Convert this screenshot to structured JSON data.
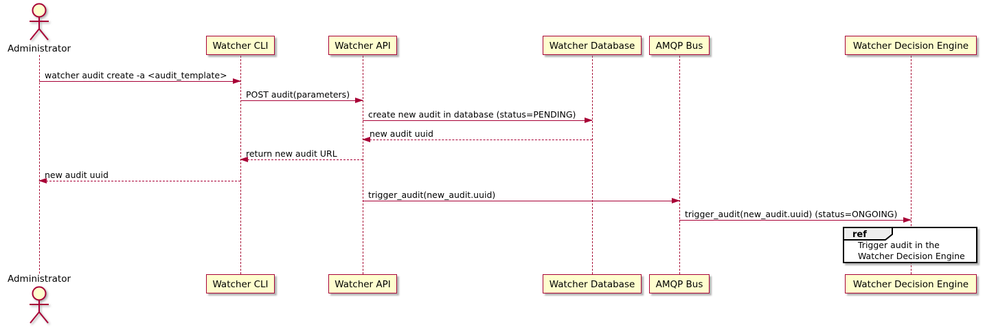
{
  "diagram_type": "sequence-diagram",
  "colors": {
    "participant_fill": "#FEFECE",
    "accent_border": "#A80036",
    "text": "#000000",
    "ref_tab_fill": "#EEEEEE",
    "ref_border": "#000000",
    "background": "#FFFFFF"
  },
  "actor": {
    "label": "Administrator"
  },
  "participants": [
    {
      "label": "Watcher CLI"
    },
    {
      "label": "Watcher API"
    },
    {
      "label": "Watcher Database"
    },
    {
      "label": "AMQP Bus"
    },
    {
      "label": "Watcher Decision Engine"
    }
  ],
  "messages": [
    {
      "label": "watcher audit create -a <audit_template>",
      "from": "Administrator",
      "to": "Watcher CLI",
      "line": "solid"
    },
    {
      "label": "POST audit(parameters)",
      "from": "Watcher CLI",
      "to": "Watcher API",
      "line": "solid"
    },
    {
      "label": "create new audit in database (status=PENDING)",
      "from": "Watcher API",
      "to": "Watcher Database",
      "line": "solid"
    },
    {
      "label": "new audit uuid",
      "from": "Watcher Database",
      "to": "Watcher API",
      "line": "dashed"
    },
    {
      "label": "return new audit URL",
      "from": "Watcher API",
      "to": "Watcher CLI",
      "line": "dashed"
    },
    {
      "label": "new audit uuid",
      "from": "Watcher CLI",
      "to": "Administrator",
      "line": "dashed"
    },
    {
      "label": "trigger_audit(new_audit.uuid)",
      "from": "Watcher API",
      "to": "AMQP Bus",
      "line": "solid"
    },
    {
      "label": "trigger_audit(new_audit.uuid) (status=ONGOING)",
      "from": "AMQP Bus",
      "to": "Watcher Decision Engine",
      "line": "solid"
    }
  ],
  "ref": {
    "keyword": "ref",
    "lines": {
      "0": "Trigger audit in the",
      "1": "Watcher Decision Engine"
    }
  }
}
